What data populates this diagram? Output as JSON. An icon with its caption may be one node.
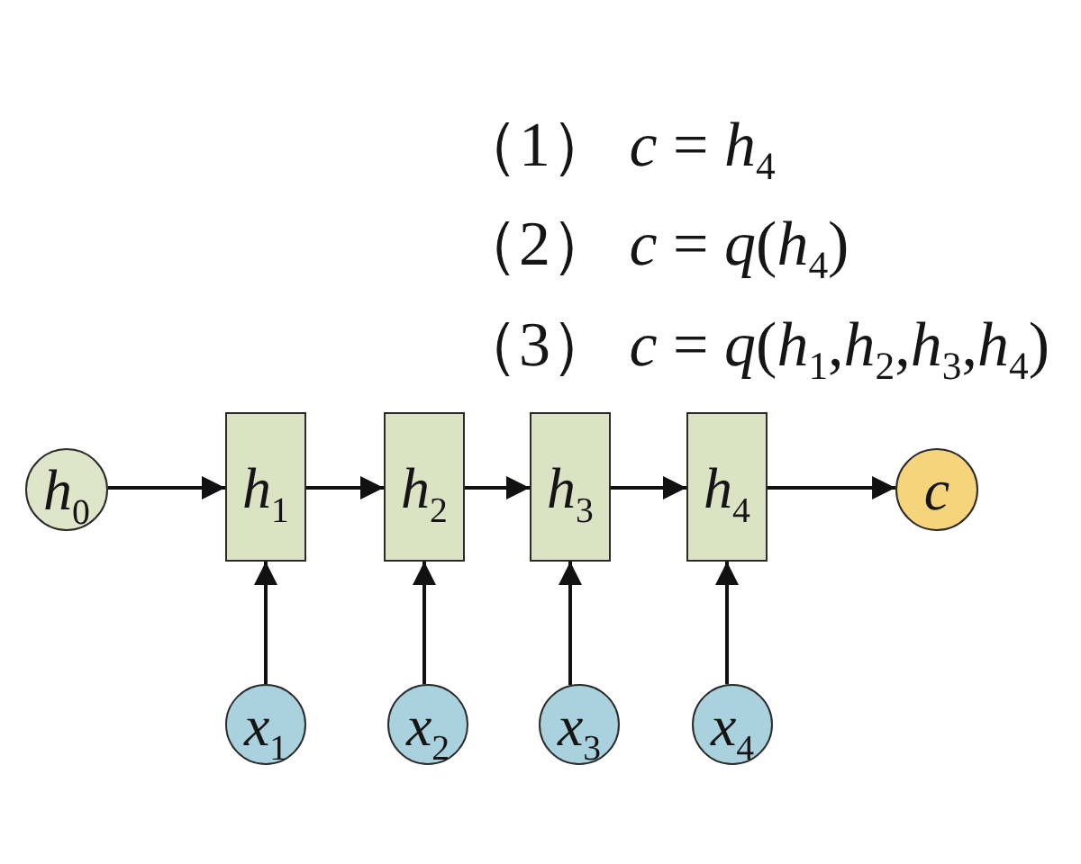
{
  "diagram": {
    "nodes": [
      {
        "text": [
          "h$_{0}$"
        ]
      },
      {
        "text": [
          "h$_{1}$"
        ]
      },
      {
        "text": [
          "h$_{2}$"
        ]
      },
      {
        "text": [
          "h$_{3}$"
        ]
      },
      {
        "text": [
          "h$_{4}$"
        ]
      },
      {
        "text": [
          "c"
        ]
      },
      {
        "text": [
          "x$_{1}$"
        ]
      },
      {
        "text": [
          "x$_{2}$"
        ]
      },
      {
        "text": [
          "x$_{3}$"
        ]
      },
      {
        "text": [
          "x$_{4}$"
        ]
      }
    ],
    "edges": [
      {
        "from": 0,
        "to": 1,
        "arrow": "to"
      },
      {
        "from": 1,
        "to": 2,
        "arrow": "to"
      },
      {
        "from": 2,
        "to": 3,
        "arrow": "to"
      },
      {
        "from": 3,
        "to": 4,
        "arrow": "to"
      },
      {
        "from": 4,
        "to": 5,
        "arrow": "to"
      },
      {
        "from": 6,
        "to": 1,
        "arrow": "to"
      },
      {
        "from": 7,
        "to": 2,
        "arrow": "to"
      },
      {
        "from": 8,
        "to": 3,
        "arrow": "to"
      },
      {
        "from": 9,
        "to": 4,
        "arrow": "to"
      }
    ],
    "labels": [
      "（1） *c* = *h*$_{4}$",
      "（2） *c* = *q*(*h*$_{4}$)",
      "（3） *c* = *q*(*h*$_{1}$,*h*$_{2}$,*h*$_{3}$,*h*$_{4}$)"
    ]
  }
}
